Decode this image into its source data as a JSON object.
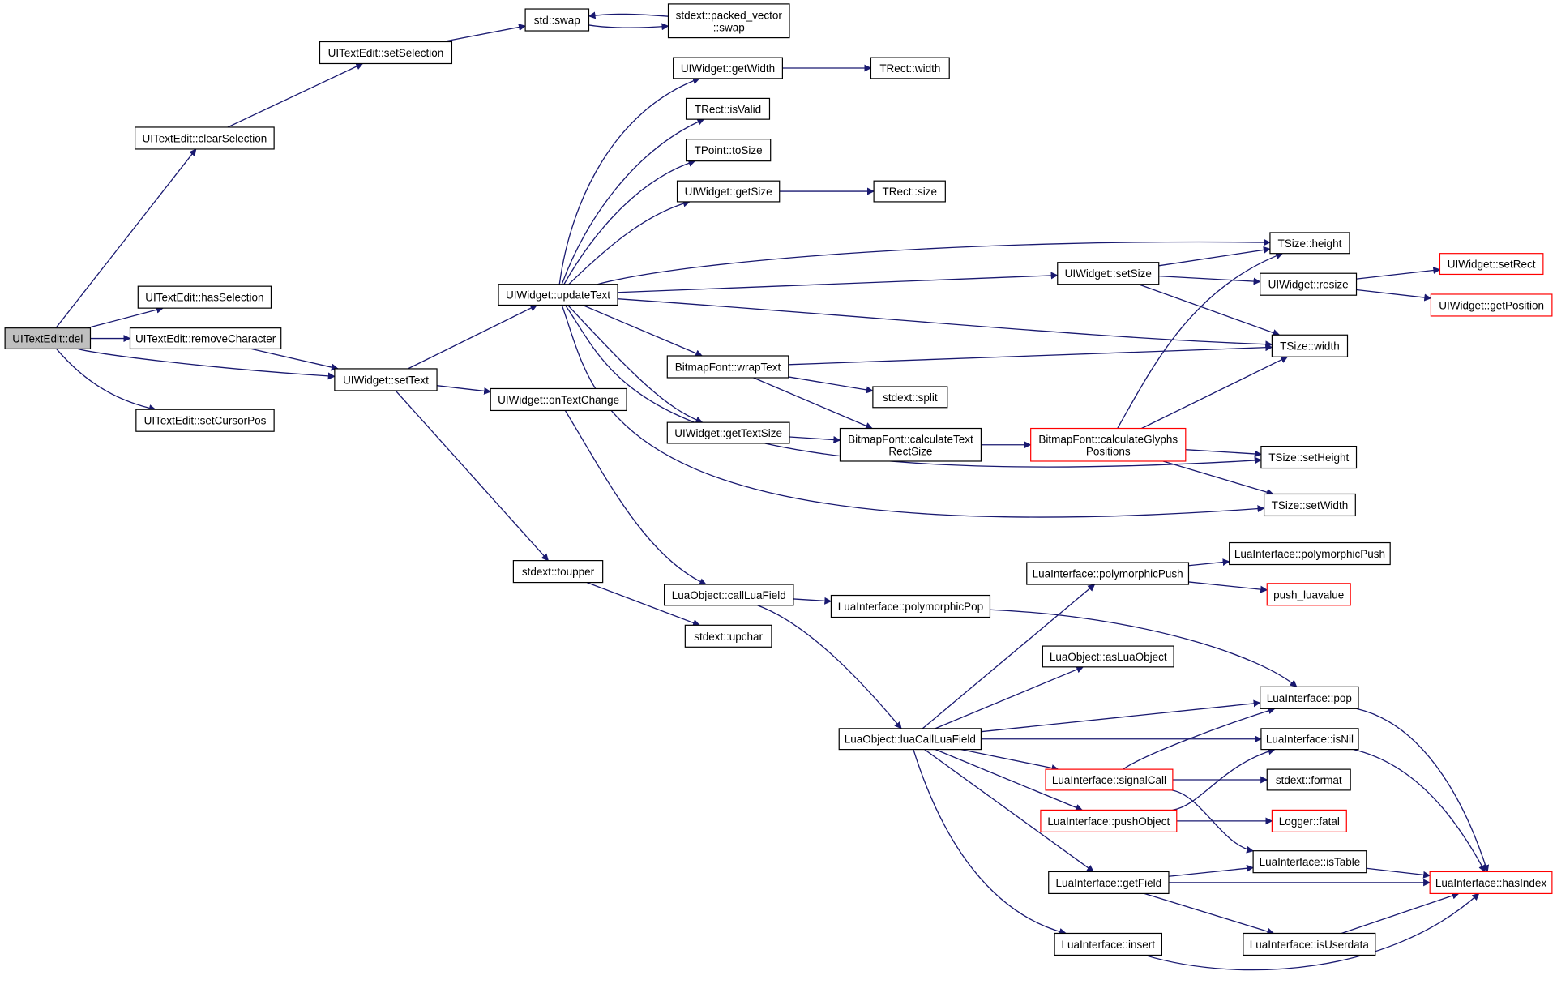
{
  "nodes": {
    "del": "UITextEdit::del",
    "clearSelection": "UITextEdit::clearSelection",
    "hasSelection": "UITextEdit::hasSelection",
    "removeCharacter": "UITextEdit::removeCharacter",
    "setCursorPos": "UITextEdit::setCursorPos",
    "setSelection": "UITextEdit::setSelection",
    "stdswap": "std::swap",
    "pvswap": [
      "stdext::packed_vector",
      "::swap"
    ],
    "setText": "UIWidget::setText",
    "updateText": "UIWidget::updateText",
    "onTextChange": "UIWidget::onTextChange",
    "toupper": "stdext::toupper",
    "upchar": "stdext::upchar",
    "callLuaField": "LuaObject::callLuaField",
    "getWidth": "UIWidget::getWidth",
    "isValid": "TRect::isValid",
    "toSize": "TPoint::toSize",
    "getSize": "UIWidget::getSize",
    "rectWidth": "TRect::width",
    "rectSize": "TRect::size",
    "wrapText": "BitmapFont::wrapText",
    "getTextSize": "UIWidget::getTextSize",
    "calcTextRect": [
      "BitmapFont::calculateText",
      "RectSize"
    ],
    "calcGlyphs": [
      "BitmapFont::calculateGlyphs",
      "Positions"
    ],
    "split": "stdext::split",
    "setSize": "UIWidget::setSize",
    "resize": "UIWidget::resize",
    "setRect": "UIWidget::setRect",
    "getPosition": "UIWidget::getPosition",
    "sizeHeight": "TSize::height",
    "sizeWidth": "TSize::width",
    "setHeight": "TSize::setHeight",
    "setWidth": "TSize::setWidth",
    "polyPop": "LuaInterface::polymorphicPop",
    "polyPush1": "LuaInterface::polymorphicPush",
    "polyPush2": "LuaInterface::polymorphicPush",
    "pushLuavalue": "push_luavalue",
    "asLuaObject": "LuaObject::asLuaObject",
    "luaCallLuaField": "LuaObject::luaCallLuaField",
    "pop": "LuaInterface::pop",
    "isNil": "LuaInterface::isNil",
    "signalCall": "LuaInterface::signalCall",
    "format": "stdext::format",
    "pushObject": "LuaInterface::pushObject",
    "fatal": "Logger::fatal",
    "isTable": "LuaInterface::isTable",
    "getField": "LuaInterface::getField",
    "hasIndex": "LuaInterface::hasIndex",
    "insert": "LuaInterface::insert",
    "isUserdata": "LuaInterface::isUserdata"
  },
  "colors": {
    "edge": "#191970",
    "node_border": "#000000",
    "truncated_border": "#ff0000",
    "root_fill": "#bfbfbf"
  }
}
